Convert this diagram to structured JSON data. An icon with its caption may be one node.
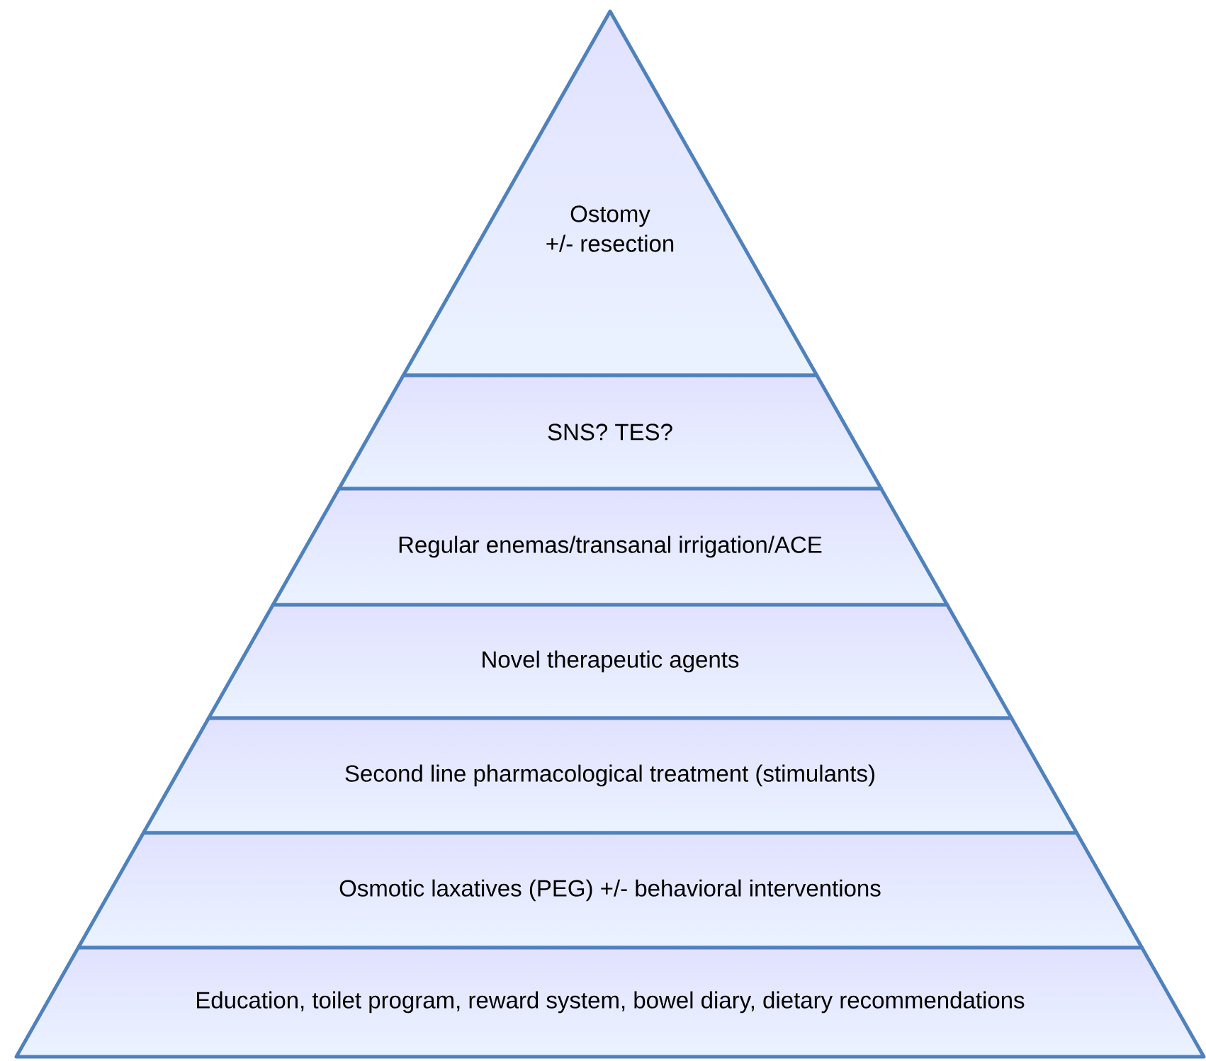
{
  "diagram": {
    "nodes": [
      {
        "text": [
          "Ostomy",
          "+/- resection"
        ]
      },
      {
        "text": [
          "SNS? TES?"
        ]
      },
      {
        "text": [
          "Regular enemas/transanal irrigation/ACE"
        ]
      },
      {
        "text": [
          "Novel therapeutic agents"
        ]
      },
      {
        "text": [
          "Second line pharmacological treatment (stimulants)"
        ]
      },
      {
        "text": [
          "Osmotic laxatives (PEG) +/- behavioral interventions"
        ]
      },
      {
        "text": [
          "Education, toilet program, reward system, bowel diary, dietary recommendations"
        ]
      }
    ]
  }
}
